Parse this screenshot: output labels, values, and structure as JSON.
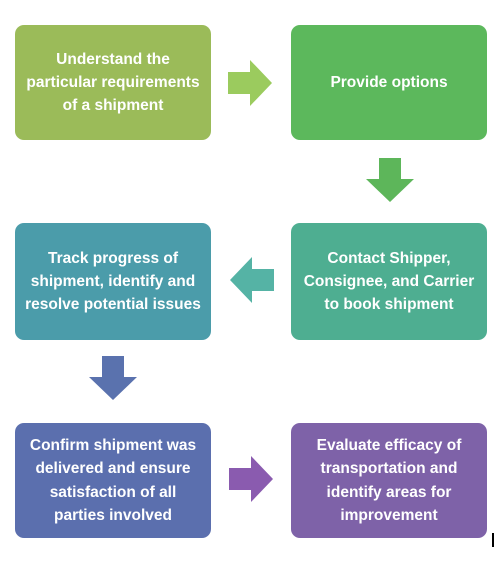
{
  "steps": [
    {
      "id": "understand",
      "text": "Understand the particular requirements of a shipment",
      "color": "#9BBB59"
    },
    {
      "id": "options",
      "text": "Provide options",
      "color": "#5CB85C"
    },
    {
      "id": "contact",
      "text": "Contact Shipper, Consignee, and Carrier to book shipment",
      "color": "#4EAE91"
    },
    {
      "id": "track",
      "text": "Track progress of shipment, identify and resolve potential issues",
      "color": "#4B9CAA"
    },
    {
      "id": "confirm",
      "text": "Confirm shipment was delivered and ensure satisfaction of all parties involved",
      "color": "#5B6FAE"
    },
    {
      "id": "evaluate",
      "text": "Evaluate efficacy of transportation and identify areas for improvement",
      "color": "#7E62A8"
    }
  ],
  "arrows": [
    {
      "id": "a1",
      "direction": "right",
      "color": "#9BCB5E"
    },
    {
      "id": "a2",
      "direction": "down",
      "color": "#5DB65A"
    },
    {
      "id": "a3",
      "direction": "left",
      "color": "#55B3A5"
    },
    {
      "id": "a4",
      "direction": "down",
      "color": "#5A72AE"
    },
    {
      "id": "a5",
      "direction": "right",
      "color": "#8A5BAF"
    }
  ]
}
